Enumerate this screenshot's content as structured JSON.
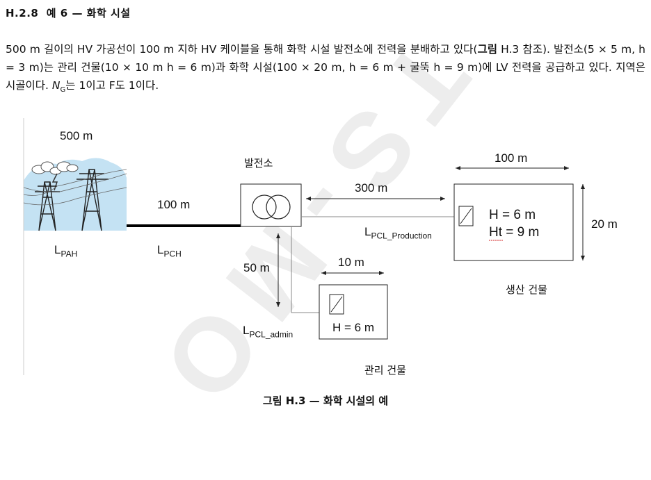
{
  "section": {
    "number": "H.2.8",
    "title": "예 6 — 화학 시설"
  },
  "paragraph": {
    "p1": "500 m 길이의 HV 가공선이 100 m 지하 HV 케이블을 통해 화학 시설 발전소에 전력을 분배하고 있다(",
    "fig_ref_bold": "그림",
    "p2": " H.3 참조). 발전소(5 × 5 m, h = 3 m)는 관리 건물(10 × 10 m h = 6 m)과 화학 시설(100 × 20 m, h = 6 m + 굴뚝 h = 9 m)에 LV 전력을 공급하고 있다. 지역은 시골이다. ",
    "ng_main": "N",
    "ng_sub": "G",
    "p3": "는 1이고 F도 1이다."
  },
  "figure": {
    "overhead_length": "500 m",
    "underground_length": "100 m",
    "lpah_main": "L",
    "lpah_sub": "PAH",
    "lpch_main": "L",
    "lpch_sub": "PCH",
    "substation_label": "발전소",
    "dist_300": "300 m",
    "dist_50": "50 m",
    "lpcl_prod_main": "L",
    "lpcl_prod_sub": "PCL_Production",
    "lpcl_admin_main": "L",
    "lpcl_admin_sub": "PCL_admin",
    "production": {
      "width": "100 m",
      "depth": "20 m",
      "h": "H = 6 m",
      "ht_ht": "Ht",
      "ht_rest": " = 9 m",
      "label": "생산 건물"
    },
    "admin": {
      "width": "10 m",
      "h": "H = 6 m",
      "label": "관리 건물"
    }
  },
  "caption": "그림 H.3 — 화학 시설의 예",
  "watermark": "TS-MO"
}
